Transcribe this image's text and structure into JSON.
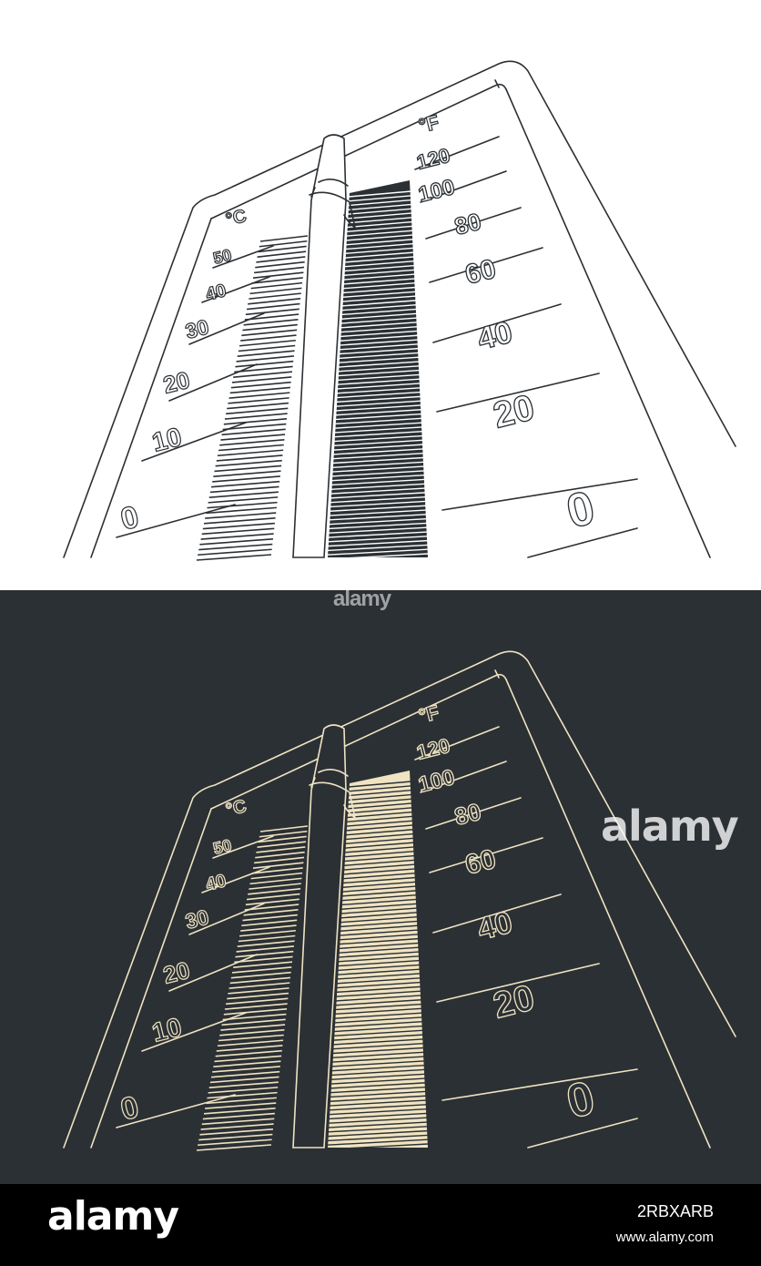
{
  "thermometer": {
    "celsius_unit": "°C",
    "fahrenheit_unit": "°F",
    "celsius_labels": [
      "50",
      "40",
      "30",
      "20",
      "10",
      "0"
    ],
    "fahrenheit_labels": [
      "120",
      "100",
      "80",
      "60",
      "40",
      "20",
      "0"
    ]
  },
  "colors": {
    "light_background": "#ffffff",
    "light_line": "#2b3034",
    "dark_background": "#2b3034",
    "dark_line": "#efe3c2"
  },
  "watermark": {
    "text": "alamy",
    "ghost_text": "alamy"
  },
  "footer": {
    "logo": "alamy",
    "image_id": "2RBXARB",
    "url": "www.alamy.com"
  }
}
